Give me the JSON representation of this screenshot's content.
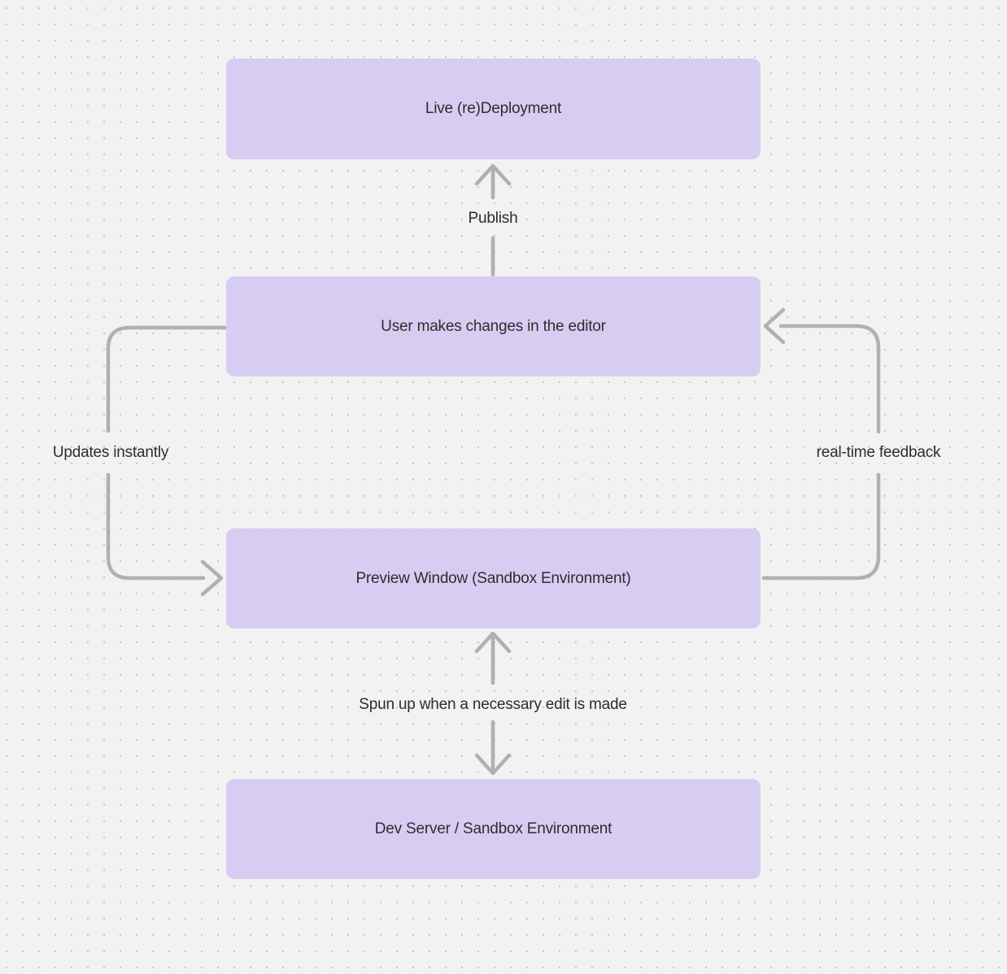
{
  "colors": {
    "background": "#f2f2f2",
    "dot_color": "#c9c9c9",
    "node_fill": "#d7cdf2",
    "connector": "#b0b0b0",
    "text": "#2d2d2d"
  },
  "diagram": {
    "nodes": [
      {
        "id": "live-deployment",
        "label": "Live (re)Deployment"
      },
      {
        "id": "user-editor",
        "label": "User makes changes in the editor"
      },
      {
        "id": "preview-window",
        "label": "Preview Window (Sandbox Environment)"
      },
      {
        "id": "dev-server",
        "label": "Dev Server / Sandbox Environment"
      }
    ],
    "edges": [
      {
        "id": "publish",
        "label": "Publish",
        "from": "user-editor",
        "to": "live-deployment",
        "direction": "up"
      },
      {
        "id": "updates-instantly",
        "label": "Updates instantly",
        "from": "user-editor",
        "to": "preview-window",
        "direction": "left-loop"
      },
      {
        "id": "real-time-feedback",
        "label": "real-time feedback",
        "from": "preview-window",
        "to": "user-editor",
        "direction": "right-loop"
      },
      {
        "id": "spun-up",
        "label": "Spun up when a necessary edit is made",
        "from": "preview-window",
        "to": "dev-server",
        "direction": "both"
      }
    ]
  }
}
